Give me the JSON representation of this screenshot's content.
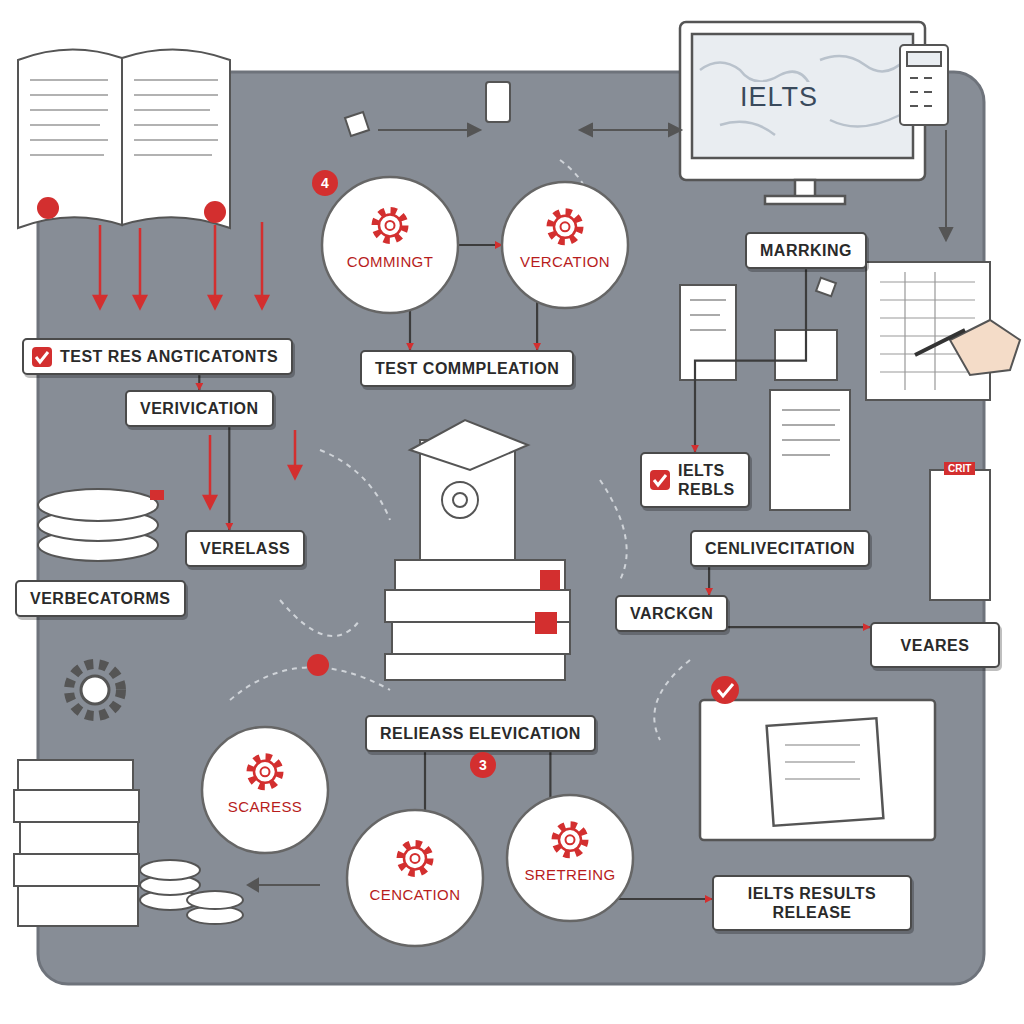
{
  "diagram": {
    "nodes": [
      {
        "text": [
          "COMMINGT"
        ]
      },
      {
        "text": [
          "VERCATION"
        ]
      },
      {
        "text": [
          "MARRKING"
        ]
      },
      {
        "text": [
          "TEST RES ANGTICATONTS"
        ]
      },
      {
        "text": [
          "TEST COMMPLEATION"
        ]
      },
      {
        "text": [
          "VERIVICATION"
        ]
      },
      {
        "text": [
          "IELTS REBLS"
        ]
      },
      {
        "text": [
          "VERELASS"
        ]
      },
      {
        "text": [
          "CENLIVECITATION"
        ]
      },
      {
        "text": [
          "VERBECATORMS"
        ]
      },
      {
        "text": [
          "VARCKGN"
        ]
      },
      {
        "text": [
          "VEARES"
        ]
      },
      {
        "text": [
          "RELIEASS ELEVICATION"
        ]
      },
      {
        "text": [
          "SCARESS"
        ]
      },
      {
        "text": [
          "CENCATION"
        ]
      },
      {
        "text": [
          "SRETREING"
        ]
      },
      {
        "text": [
          "IELTS RESULTS RELEASE"
        ]
      }
    ],
    "edges": [
      {
        "from": 0,
        "to": 1,
        "arrow": "to"
      },
      {
        "from": 0,
        "to": 4,
        "arrow": "to"
      },
      {
        "from": 1,
        "to": 4,
        "arrow": "to"
      },
      {
        "from": 3,
        "to": 5,
        "arrow": "to"
      },
      {
        "from": 5,
        "to": 7,
        "arrow": "to"
      },
      {
        "from": 2,
        "to": 6,
        "arrow": "to"
      },
      {
        "from": 8,
        "to": 10,
        "arrow": "to"
      },
      {
        "from": 10,
        "to": 11,
        "arrow": "to"
      },
      {
        "from": 12,
        "to": 14,
        "arrow": "none"
      },
      {
        "from": 12,
        "to": 15,
        "arrow": "none"
      },
      {
        "from": 15,
        "to": 16,
        "arrow": "to"
      }
    ],
    "labels": [
      "IELTS",
      "4",
      "3",
      "CRIT"
    ]
  }
}
